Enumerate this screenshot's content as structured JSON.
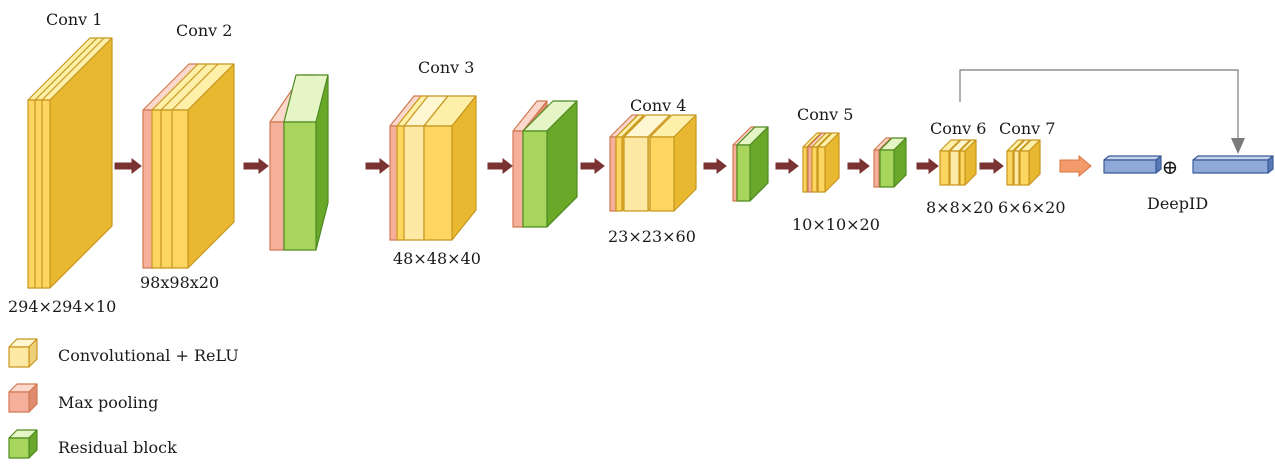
{
  "colors": {
    "conv_front": "#fcd661",
    "conv_top": "#fef0a8",
    "conv_side": "#e8b830",
    "conv_stroke": "#c8961e",
    "light_front": "#fde9a3",
    "light_top": "#fff6d2",
    "light_side": "#eed07a",
    "pool_front": "#f5b09c",
    "pool_top": "#fcd8cc",
    "pool_side": "#e08a70",
    "pool_stroke": "#d07a52",
    "res_front": "#a8d65c",
    "res_top": "#e6f5c6",
    "res_side": "#6aa82a",
    "res_stroke": "#4e8a22",
    "feat_front": "#8ea8d8",
    "feat_top": "#c6d4ef",
    "feat_side": "#5a78b8",
    "feat_stroke": "#3c5a96",
    "arrow": "#7a3232",
    "arrow_final": "#f29a6a",
    "connector": "#7a7a7a"
  },
  "labels": {
    "conv1": "Conv 1",
    "conv2": "Conv 2",
    "conv3": "Conv 3",
    "conv4": "Conv 4",
    "conv5": "Conv 5",
    "conv6": "Conv 6",
    "conv7": "Conv 7",
    "dim1": "294×294×10",
    "dim2": "98x98x20",
    "dim3": "48×48×40",
    "dim4": "23×23×60",
    "dim5": "10×10×20",
    "dim6": "8×8×20",
    "dim7": "6×6×20",
    "deepid": "DeepID",
    "oplus": "⊕"
  },
  "legend": [
    {
      "label": "Convolutional + ReLU",
      "icon": "cube-yellow-icon"
    },
    {
      "label": "Max pooling",
      "icon": "cube-salmon-icon"
    },
    {
      "label": "Residual block",
      "icon": "cube-green-icon"
    }
  ]
}
